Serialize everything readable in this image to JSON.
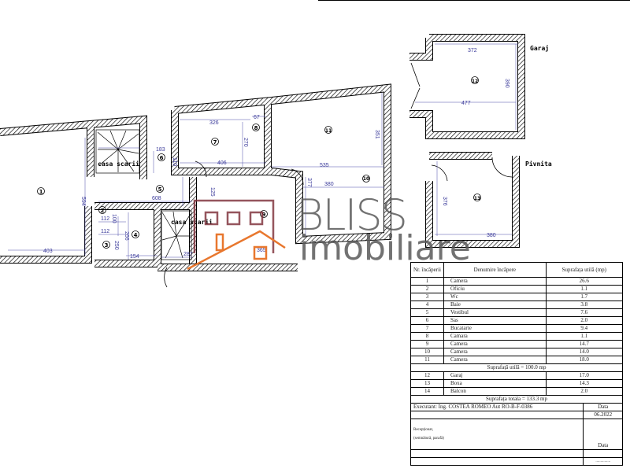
{
  "plan": {
    "stair_label": "casa scarii",
    "garage_label": "Garaj",
    "cellar_label": "Pivnita",
    "room_numbers": [
      "1",
      "2",
      "3",
      "4",
      "5",
      "6",
      "7",
      "8",
      "9",
      "10",
      "11",
      "12",
      "13"
    ],
    "dimensions": [
      "403",
      "594",
      "183",
      "110",
      "608",
      "112",
      "112",
      "100",
      "266",
      "250",
      "154",
      "287",
      "125",
      "326",
      "270",
      "67",
      "406",
      "535",
      "351",
      "380",
      "377",
      "365",
      "372",
      "477",
      "390",
      "380",
      "376"
    ]
  },
  "watermark": {
    "line1": "BLISS",
    "line2": "imobiliare",
    "roof_color": "#e8772e",
    "frame_color": "#7a2a35"
  },
  "table": {
    "headers": {
      "nr": "Nr. încăperii",
      "name": "Denumire încăpere",
      "area": "Suprafața utilă (mp)"
    },
    "rows": [
      {
        "nr": "1",
        "name": "Camera",
        "area": "26.6"
      },
      {
        "nr": "2",
        "name": "Oficiu",
        "area": "1.1"
      },
      {
        "nr": "3",
        "name": "Wc",
        "area": "1.7"
      },
      {
        "nr": "4",
        "name": "Baie",
        "area": "3.8"
      },
      {
        "nr": "5",
        "name": "Vestibul",
        "area": "7.6"
      },
      {
        "nr": "6",
        "name": "Sas",
        "area": "2.0"
      },
      {
        "nr": "7",
        "name": "Bucatarie",
        "area": "9.4"
      },
      {
        "nr": "8",
        "name": "Camara",
        "area": "1.1"
      },
      {
        "nr": "9",
        "name": "Camera",
        "area": "14.7"
      },
      {
        "nr": "10",
        "name": "Camera",
        "area": "14.0"
      },
      {
        "nr": "11",
        "name": "Camera",
        "area": "18.0"
      }
    ],
    "subtotal": "Suprafață utilă = 100.0  mp",
    "extra_rows": [
      {
        "nr": "12",
        "name": "Garaj",
        "area": "17.0"
      },
      {
        "nr": "13",
        "name": "Boxa",
        "area": "14.3"
      },
      {
        "nr": "14",
        "name": "Balcon",
        "area": "2.0"
      }
    ],
    "total": "Suprafața totala = 133.3  mp",
    "executant": "Executant: Ing. COSTEA ROMEO  Aut RO-B-F-0386",
    "data_label": "Data",
    "date": "06.2022",
    "receptionat": "Recepționat,",
    "signature_note": "(semnătură, parafă)",
    "data_label2": "Data",
    "dots": "..............."
  }
}
